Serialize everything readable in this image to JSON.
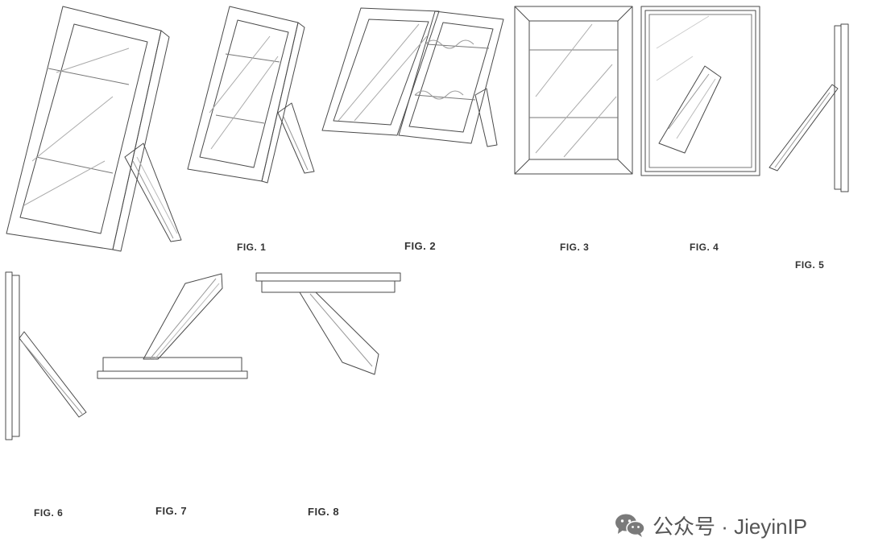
{
  "figures": {
    "fig1": "FIG. 1",
    "fig2": "FIG. 2",
    "fig3": "FIG. 3",
    "fig4": "FIG. 4",
    "fig5": "FIG. 5",
    "fig6": "FIG. 6",
    "fig7": "FIG. 7",
    "fig8": "FIG. 8"
  },
  "watermark": {
    "icon": "wechat-icon",
    "text": "公众号 · JieyinIP"
  },
  "colors": {
    "line": "#4a4a4a",
    "light_line": "#9a9a9a",
    "background": "#ffffff"
  }
}
